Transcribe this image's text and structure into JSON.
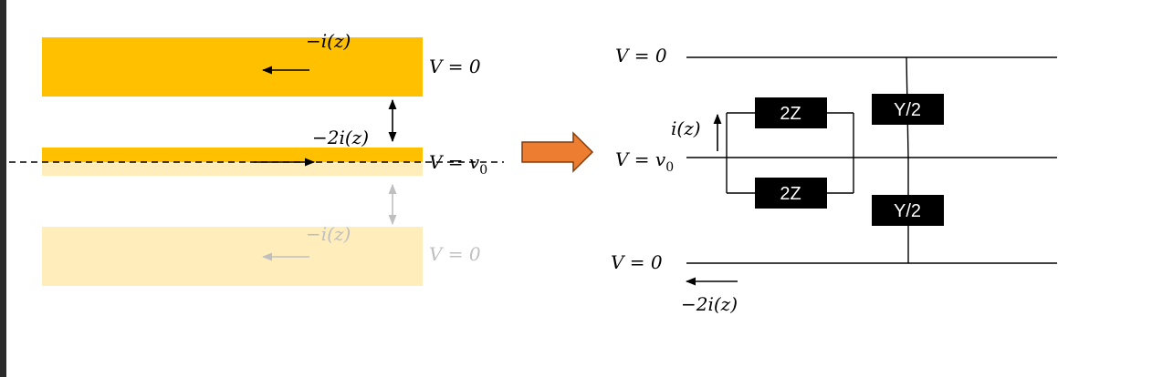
{
  "colors": {
    "plate": "#ffc000",
    "plate_faded": "#ffeebb",
    "arrow_fill": "#ed7d31",
    "arrow_stroke": "#843c0c",
    "box": "#000000",
    "faded_text": "#bfbfbf"
  },
  "left": {
    "top_plate": {
      "current": "−i(z)",
      "voltage": "V = 0"
    },
    "middle_plate": {
      "current": "−2i(z)",
      "voltage_prefix": "V = v",
      "voltage_sub": "0"
    },
    "bottom_plate": {
      "current": "−i(z)",
      "voltage": "V = 0"
    }
  },
  "right": {
    "top_line": {
      "voltage": "V = 0"
    },
    "middle_line": {
      "voltage_prefix": "V = v",
      "voltage_sub": "0",
      "current": "i(z)"
    },
    "bottom_line": {
      "voltage": "V = 0",
      "current": "−2i(z)"
    },
    "impedance_upper": "2Z",
    "impedance_lower": "2Z",
    "admittance_upper": "Y/2",
    "admittance_lower": "Y/2"
  }
}
